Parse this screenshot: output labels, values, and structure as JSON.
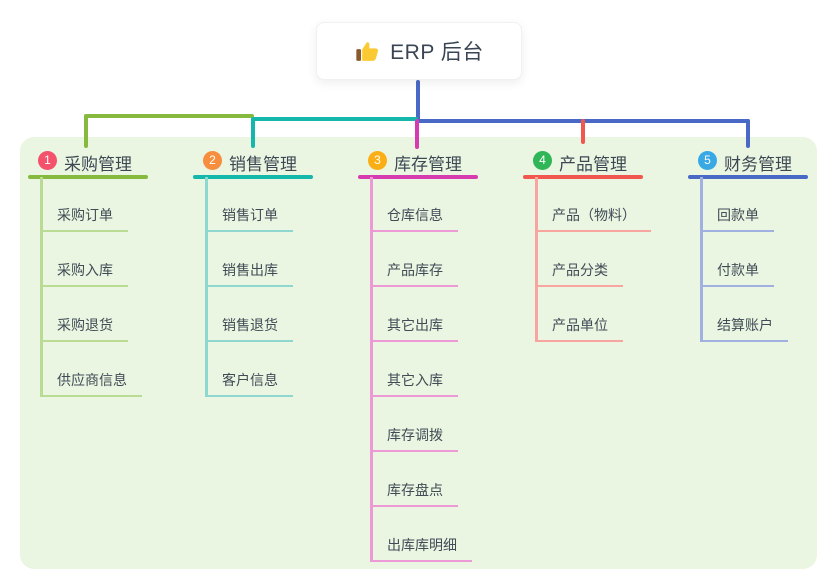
{
  "root": {
    "title": "ERP 后台",
    "icon": "thumbs-up-icon"
  },
  "connectors": {
    "stem_color": "#4a69c7"
  },
  "branches": [
    {
      "index": "1",
      "title": "采购管理",
      "badge_color": "#f4516c",
      "line_color": "#85ba3e",
      "child_line_color": "#b9db94",
      "children": [
        "采购订单",
        "采购入库",
        "采购退货",
        "供应商信息"
      ]
    },
    {
      "index": "2",
      "title": "销售管理",
      "badge_color": "#f78e3e",
      "line_color": "#14b8ab",
      "child_line_color": "#8ed8d0",
      "children": [
        "销售订单",
        "销售出库",
        "销售退货",
        "客户信息"
      ]
    },
    {
      "index": "3",
      "title": "库存管理",
      "badge_color": "#fbaf16",
      "line_color": "#d63cb0",
      "child_line_color": "#ec9ad6",
      "children": [
        "仓库信息",
        "产品库存",
        "其它出库",
        "其它入库",
        "库存调拨",
        "库存盘点",
        "出库库明细"
      ]
    },
    {
      "index": "4",
      "title": "产品管理",
      "badge_color": "#2fb757",
      "line_color": "#f1574f",
      "child_line_color": "#f8a5a0",
      "children": [
        "产品（物料）",
        "产品分类",
        "产品单位"
      ]
    },
    {
      "index": "5",
      "title": "财务管理",
      "badge_color": "#38a9e4",
      "line_color": "#4a69c7",
      "child_line_color": "#a0b0e0",
      "children": [
        "回款单",
        "付款单",
        "结算账户"
      ]
    }
  ]
}
